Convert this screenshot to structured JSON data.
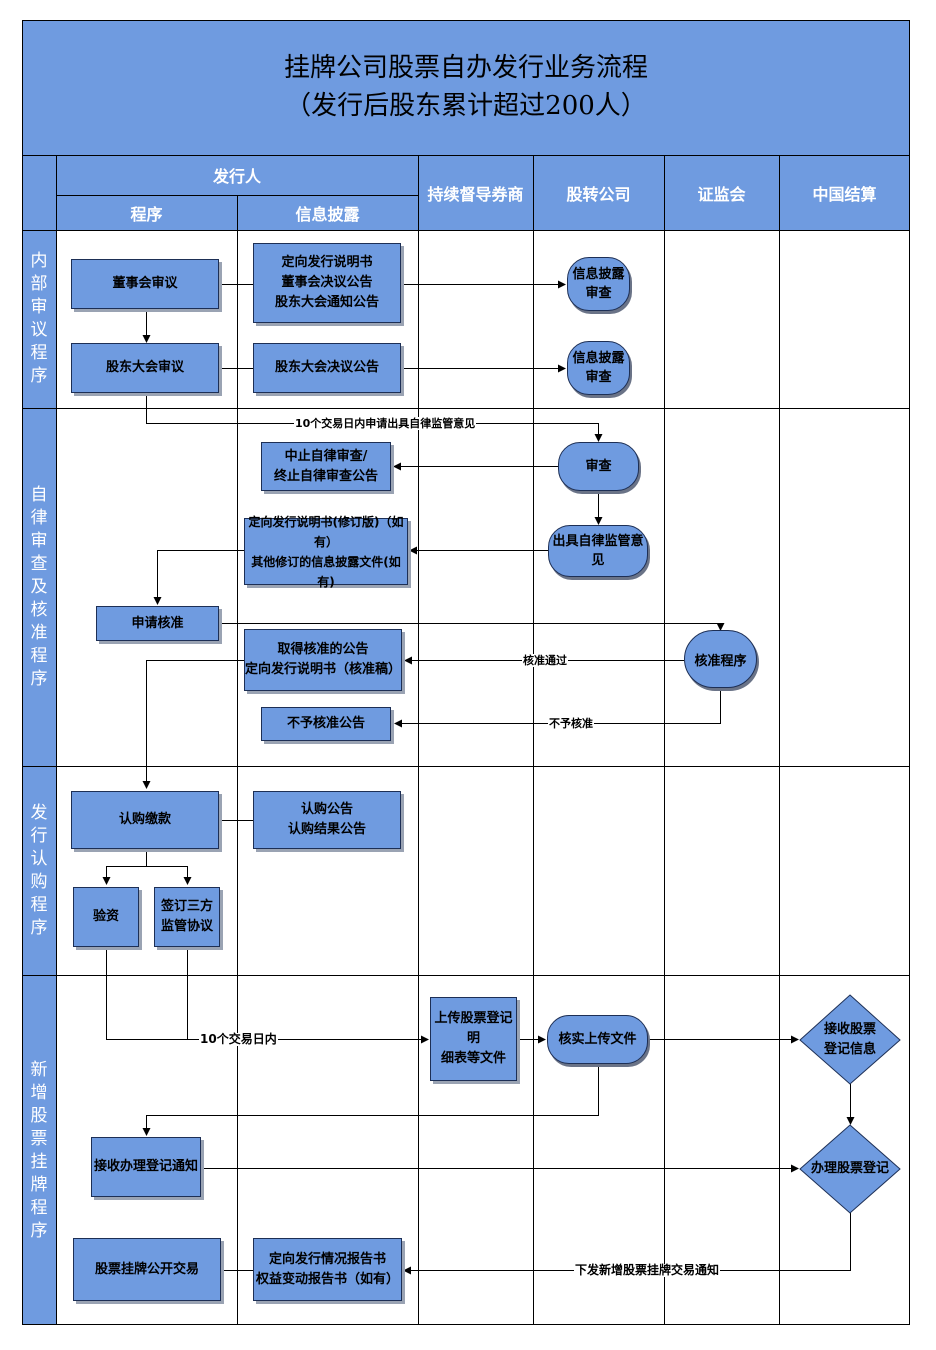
{
  "title": {
    "line1": "挂牌公司股票自办发行业务流程",
    "line2": "（发行后股东累计超过200人）"
  },
  "columns": {
    "issuer": "发行人",
    "procedure": "程序",
    "disclosure": "信息披露",
    "broker": "持续督导券商",
    "neeq": "股转公司",
    "csrc": "证监会",
    "csdc": "中国结算"
  },
  "rows": {
    "internal": "内部审议程序",
    "self_review": "自律审查及核准程序",
    "subscription": "发行认购程序",
    "listing": "新增股票挂牌程序"
  },
  "nodes": {
    "board_review": "董事会审议",
    "board_docs": [
      "定向发行说明书",
      "董事会决议公告",
      "股东大会通知公告"
    ],
    "disclosure_check_1": [
      "信息披露",
      "审查"
    ],
    "shareholder_review": "股东大会审议",
    "shareholder_notice": "股东大会决议公告",
    "disclosure_check_2": [
      "信息披露",
      "审查"
    ],
    "suspend_notice": [
      "中止自律审查/",
      "终止自律审查公告"
    ],
    "review": "审查",
    "revised_docs": [
      "定向发行说明书(修订版)（如有）",
      "其他修订的信息披露文件(如有)"
    ],
    "self_reg_opinion": "出具自律监管意见",
    "apply_approval": "申请核准",
    "approval_notice": [
      "取得核准的公告",
      "定向发行说明书（核准稿）"
    ],
    "approval_proc": "核准程序",
    "reject_notice": "不予核准公告",
    "subscribe_pay": "认购缴款",
    "subscribe_notice": [
      "认购公告",
      "认购结果公告"
    ],
    "verify_capital": "验资",
    "tripartite": [
      "签订三方",
      "监管协议"
    ],
    "upload_docs": [
      "上传股票登记明",
      "细表等文件"
    ],
    "verify_upload": "核实上传文件",
    "receive_info": [
      "接收股票",
      "登记信息"
    ],
    "receive_notice": "接收办理登记通知",
    "do_registration": "办理股票登记",
    "public_trading": "股票挂牌公开交易",
    "issuance_report": [
      "定向发行情况报告书",
      "权益变动报告书（如有）"
    ]
  },
  "edge_labels": {
    "apply_opinion": "10个交易日内申请出具自律监管意见",
    "approved": "核准通过",
    "rejected": "不予核准",
    "within_10_days": "10个交易日内",
    "listing_notice": "下发新增股票挂牌交易通知"
  }
}
